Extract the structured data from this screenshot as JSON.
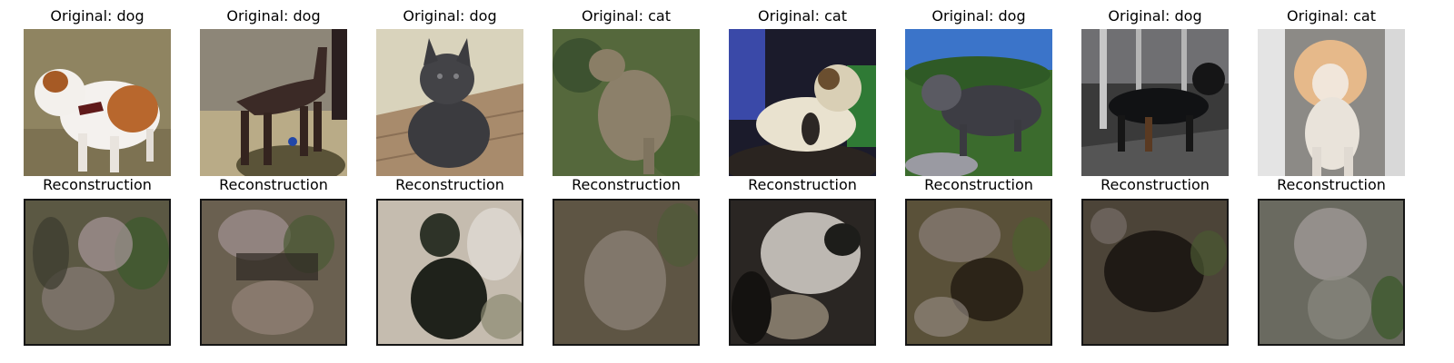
{
  "columns": [
    {
      "label": "dog",
      "original_title": "Original: dog",
      "reconstruction_title": "Reconstruction"
    },
    {
      "label": "dog",
      "original_title": "Original: dog",
      "reconstruction_title": "Reconstruction"
    },
    {
      "label": "dog",
      "original_title": "Original: dog",
      "reconstruction_title": "Reconstruction"
    },
    {
      "label": "cat",
      "original_title": "Original: cat",
      "reconstruction_title": "Reconstruction"
    },
    {
      "label": "cat",
      "original_title": "Original: cat",
      "reconstruction_title": "Reconstruction"
    },
    {
      "label": "dog",
      "original_title": "Original: dog",
      "reconstruction_title": "Reconstruction"
    },
    {
      "label": "dog",
      "original_title": "Original: dog",
      "reconstruction_title": "Reconstruction"
    },
    {
      "label": "cat",
      "original_title": "Original: cat",
      "reconstruction_title": "Reconstruction"
    }
  ]
}
